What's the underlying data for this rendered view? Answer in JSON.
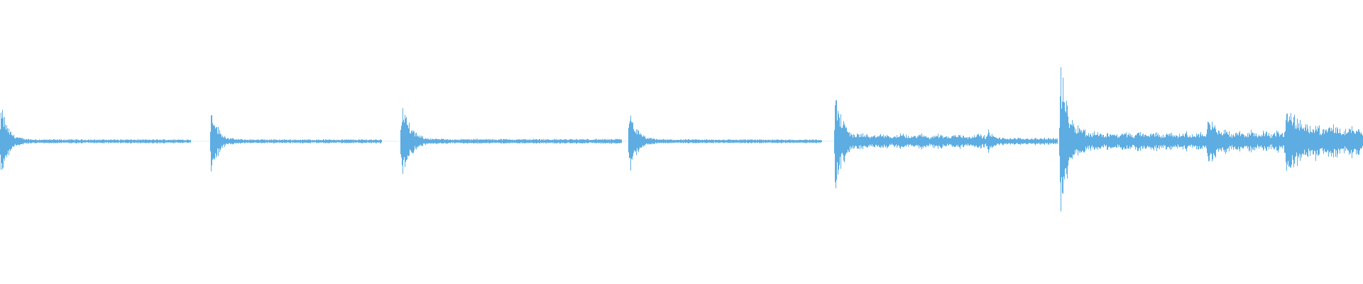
{
  "waveform": {
    "color": "#5dade2",
    "background": "#ffffff",
    "segments": [
      {
        "start": 0.0,
        "end": 0.14,
        "peak": 0.13,
        "decay": 5.0,
        "tail": 0.006,
        "trem": 0
      },
      {
        "start": 0.154,
        "end": 0.28,
        "peak": 0.14,
        "decay": 5.0,
        "tail": 0.006,
        "trem": 0
      },
      {
        "start": 0.294,
        "end": 0.456,
        "peak": 0.15,
        "decay": 5.0,
        "tail": 0.007,
        "trem": 0
      },
      {
        "start": 0.461,
        "end": 0.603,
        "peak": 0.12,
        "decay": 5.0,
        "tail": 0.006,
        "trem": 0
      },
      {
        "start": 0.612,
        "end": 0.724,
        "peak": 0.17,
        "decay": 4.0,
        "tail": 0.014,
        "trem": 8
      },
      {
        "start": 0.724,
        "end": 0.776,
        "peak": 0.04,
        "decay": 3.0,
        "tail": 0.01,
        "trem": 0
      },
      {
        "start": 0.777,
        "end": 0.885,
        "peak": 0.23,
        "decay": 3.0,
        "tail": 0.018,
        "trem": 10
      },
      {
        "start": 0.885,
        "end": 0.942,
        "peak": 0.05,
        "decay": 1.5,
        "tail": 0.02,
        "trem": 6
      },
      {
        "start": 0.942,
        "end": 1.0,
        "peak": 0.07,
        "decay": 1.0,
        "tail": 0.03,
        "trem": 4
      }
    ]
  }
}
